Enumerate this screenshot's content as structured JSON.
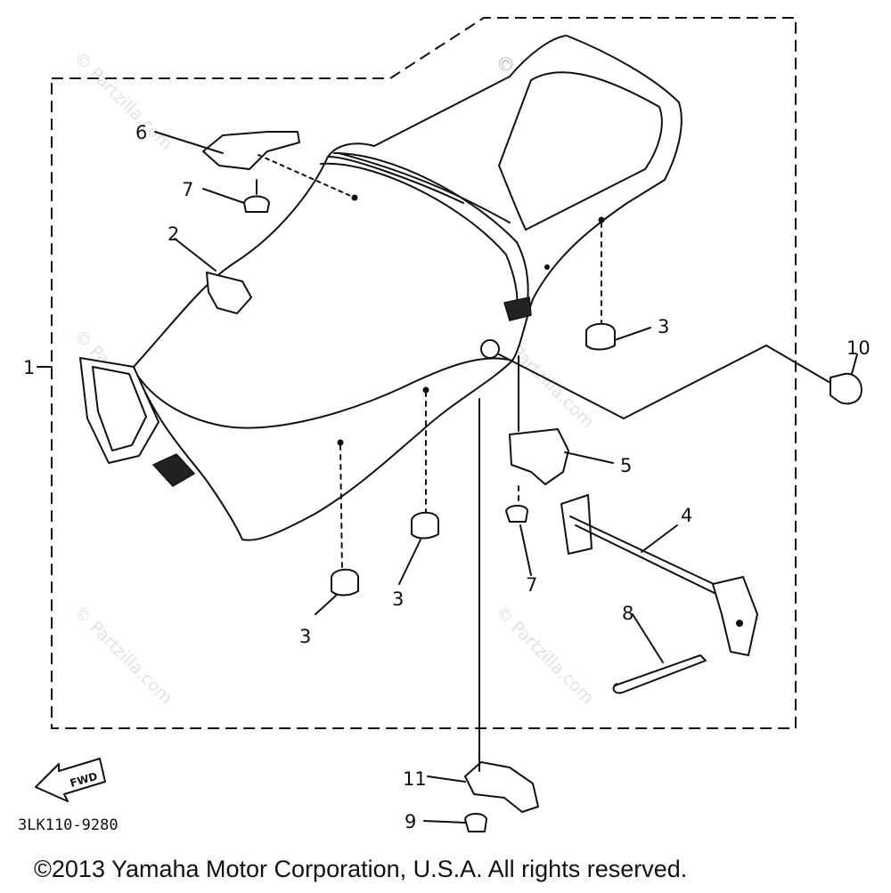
{
  "diagram": {
    "part_labels": {
      "p1": "1",
      "p2": "2",
      "p3a": "3",
      "p3b": "3",
      "p3c": "3",
      "p4": "4",
      "p5": "5",
      "p6": "6",
      "p7a": "7",
      "p7b": "7",
      "p8": "8",
      "p9": "9",
      "p10": "10",
      "p11": "11"
    },
    "fwd_badge": "FWD",
    "diagram_code": "3LK110-9280",
    "copyright": "©2013 Yamaha Motor Corporation, U.S.A. All rights reserved.",
    "watermark": "© Partzilla.com",
    "colors": {
      "line": "#111111",
      "background": "#ffffff",
      "watermark": "#bcbcbc"
    }
  }
}
